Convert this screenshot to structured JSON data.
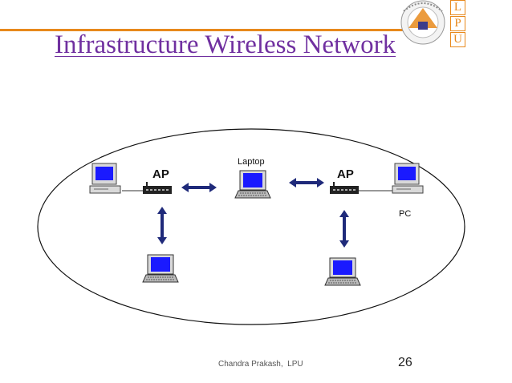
{
  "slide": {
    "title": "Infrastructure Wireless Network",
    "footer": "Chandra Prakash,  LPU",
    "page_number": "26",
    "accent_color": "#e8891c",
    "title_color": "#7030a0"
  },
  "logo": {
    "letters": [
      "L",
      "P",
      "U"
    ],
    "seal_text": "LOVELY PROFESSIONAL UNIVERSITY"
  },
  "diagram": {
    "labels": {
      "ap_left": "AP",
      "ap_right": "AP",
      "laptop": "Laptop",
      "pc": "PC"
    },
    "icons": {
      "desktop": "desktop-computer-icon",
      "laptop": "laptop-icon",
      "access_point": "access-point-icon",
      "link": "double-arrow-icon"
    },
    "colors": {
      "arrow": "#1f2a7a",
      "screen": "#1a1aff"
    }
  }
}
